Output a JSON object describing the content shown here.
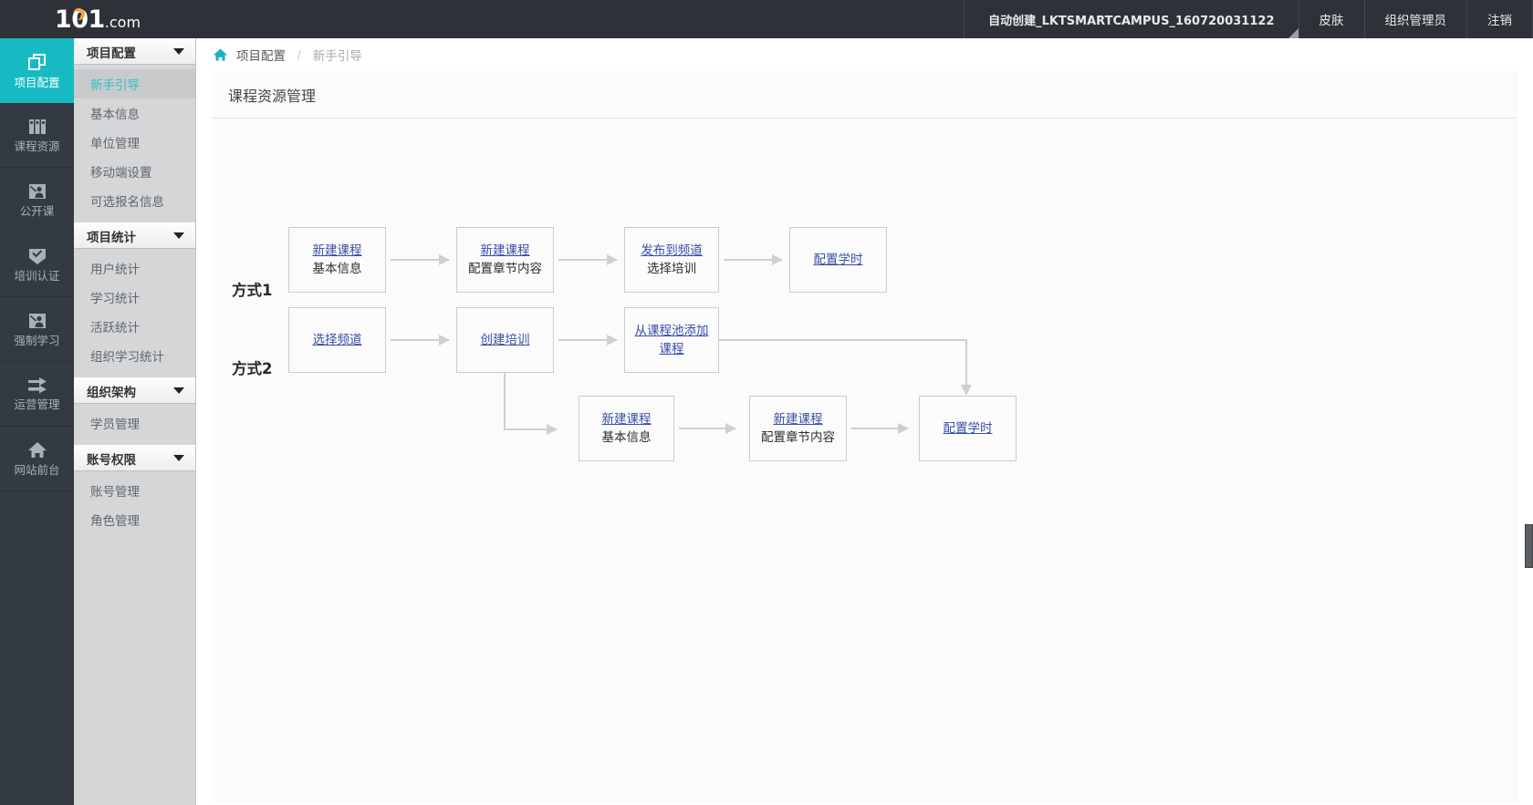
{
  "header": {
    "logo_main": "101",
    "logo_suffix": ".com",
    "account": "自动创建_LKTSMARTCAMPUS_160720031122",
    "skin": "皮肤",
    "role": "组织管理员",
    "logout": "注销"
  },
  "rail": {
    "items": [
      {
        "label": "项目配置",
        "icon": "copy-pages-icon",
        "active": true
      },
      {
        "label": "课程资源",
        "icon": "books-icon",
        "active": false
      },
      {
        "label": "公开课",
        "icon": "presenter-icon",
        "active": false
      },
      {
        "label": "培训认证",
        "icon": "certificate-check-icon",
        "active": false
      },
      {
        "label": "强制学习",
        "icon": "presenter-icon",
        "active": false
      },
      {
        "label": "运营管理",
        "icon": "double-arrow-icon",
        "active": false
      },
      {
        "label": "网站前台",
        "icon": "home-icon",
        "active": false
      }
    ]
  },
  "submenu": {
    "groups": [
      {
        "title": "项目配置",
        "items": [
          {
            "label": "新手引导",
            "selected": true
          },
          {
            "label": "基本信息",
            "selected": false
          },
          {
            "label": "单位管理",
            "selected": false
          },
          {
            "label": "移动端设置",
            "selected": false
          },
          {
            "label": "可选报名信息",
            "selected": false
          }
        ]
      },
      {
        "title": "项目统计",
        "items": [
          {
            "label": "用户统计",
            "selected": false
          },
          {
            "label": "学习统计",
            "selected": false
          },
          {
            "label": "活跃统计",
            "selected": false
          },
          {
            "label": "组织学习统计",
            "selected": false
          }
        ]
      },
      {
        "title": "组织架构",
        "items": [
          {
            "label": "学员管理",
            "selected": false
          }
        ]
      },
      {
        "title": "账号权限",
        "items": [
          {
            "label": "账号管理",
            "selected": false
          },
          {
            "label": "角色管理",
            "selected": false
          }
        ]
      }
    ]
  },
  "breadcrumb": {
    "home_icon": "home-icon",
    "parent": "项目配置",
    "separator": "/",
    "current": "新手引导"
  },
  "page": {
    "title": "课程资源管理"
  },
  "flow": {
    "way1_label": "方式1",
    "way2_label": "方式2",
    "way1_nodes": [
      {
        "link": "新建课程",
        "sub": "基本信息"
      },
      {
        "link": "新建课程",
        "sub": "配置章节内容"
      },
      {
        "link": "发布到频道",
        "sub": "选择培训"
      },
      {
        "link": "配置学时",
        "sub": ""
      }
    ],
    "way2_nodes": [
      {
        "link": "选择频道",
        "sub": ""
      },
      {
        "link": "创建培训",
        "sub": ""
      },
      {
        "link": "从课程池添加课程",
        "sub": ""
      }
    ],
    "way2_branch_nodes": [
      {
        "link": "新建课程",
        "sub": "基本信息"
      },
      {
        "link": "新建课程",
        "sub": "配置章节内容"
      },
      {
        "link": "配置学时",
        "sub": ""
      }
    ]
  },
  "colors": {
    "accent": "#17bac3",
    "topbar": "#2e3238",
    "rail": "#343a41",
    "submenu": "#d4d6d8",
    "link": "#3b4ea8",
    "logo_orange": "#f0a63c"
  }
}
